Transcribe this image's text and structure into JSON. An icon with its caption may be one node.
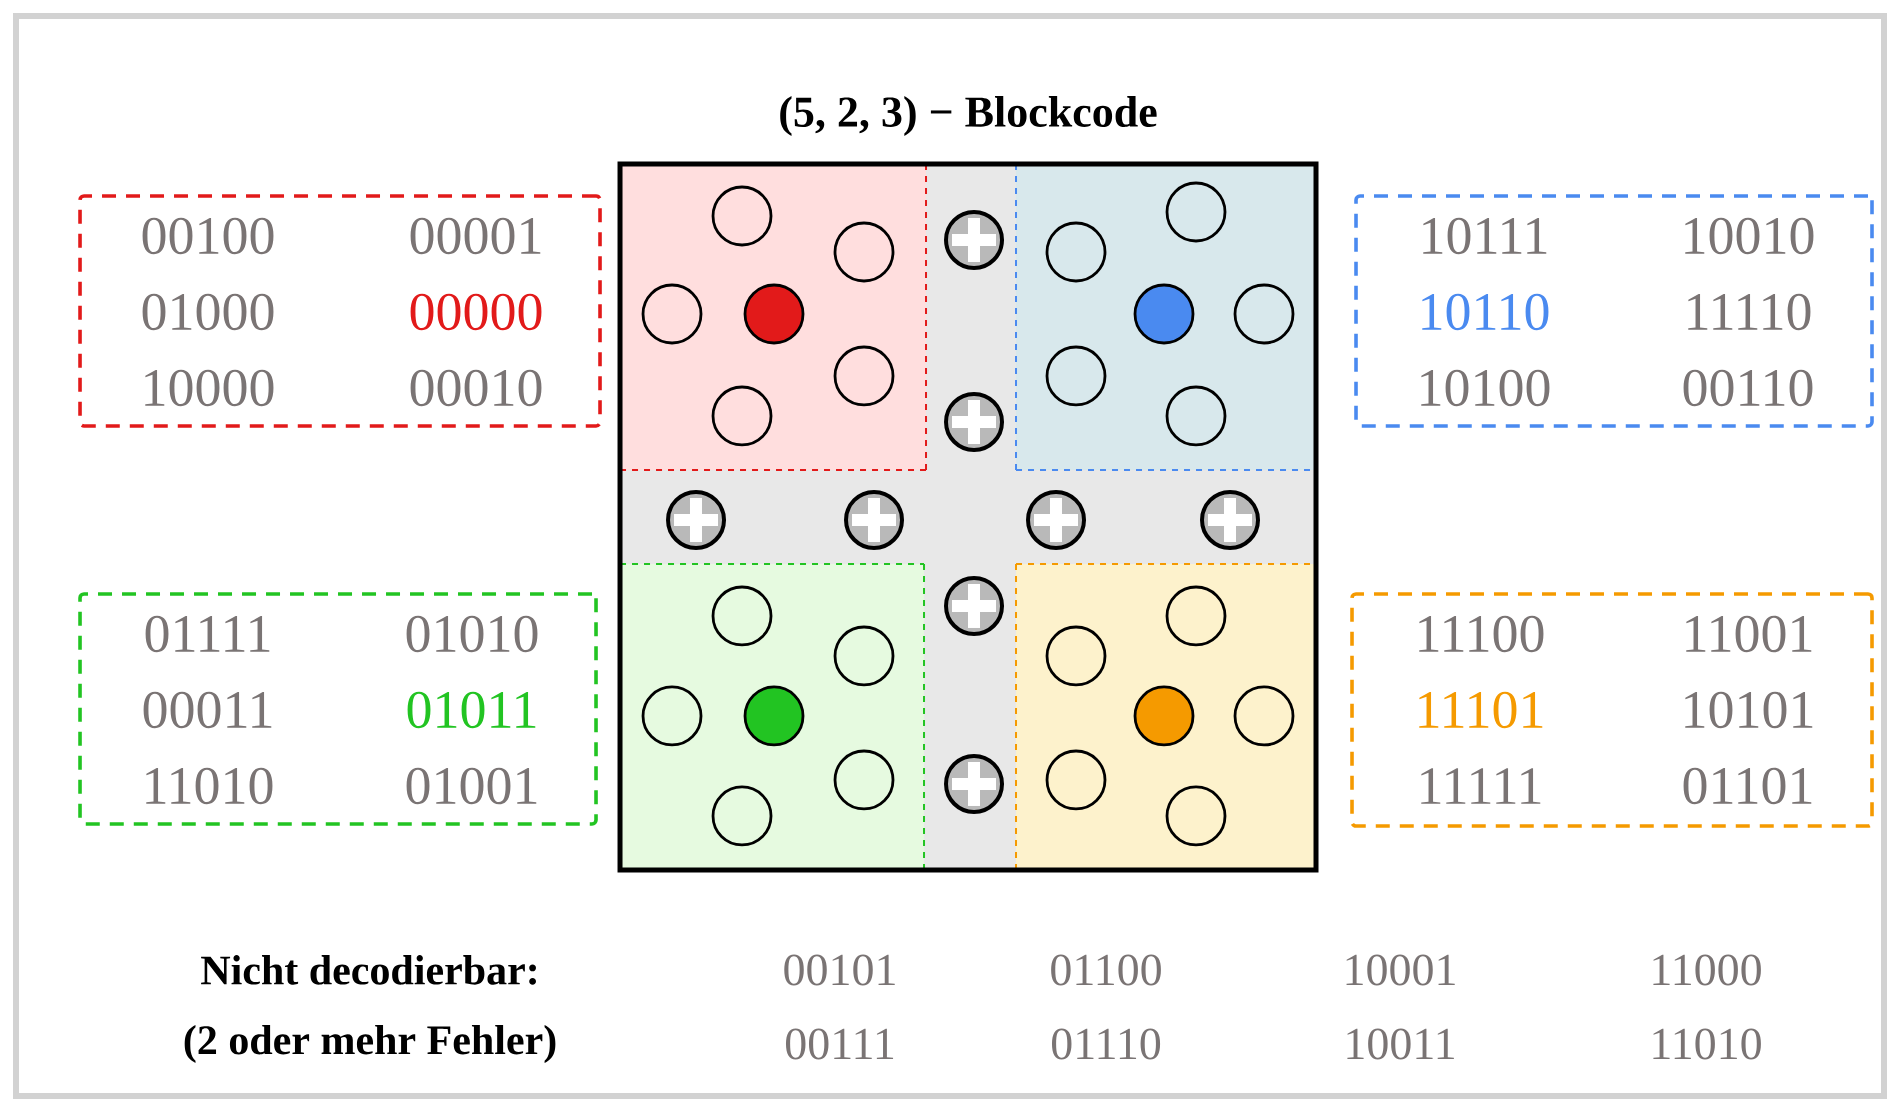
{
  "diagram": {
    "title": "(5, 2, 3) − Blockcode",
    "nodes": [
      {
        "text": [
          "00100",
          "00001",
          "01000",
          "00000",
          "10000",
          "00010"
        ]
      },
      {
        "text": [
          "10111",
          "10010",
          "10110",
          "11110",
          "10100",
          "00110"
        ]
      },
      {
        "text": [
          "01111",
          "01010",
          "00011",
          "01011",
          "11010",
          "01001"
        ]
      },
      {
        "text": [
          "11100",
          "11001",
          "11101",
          "10101",
          "11111",
          "01101"
        ]
      }
    ],
    "labels": [
      "Nicht decodierbar:",
      "00101",
      "01100",
      "10001",
      "11000",
      "(2 oder mehr Fehler)",
      "00111",
      "01110",
      "10011",
      "11010"
    ]
  }
}
